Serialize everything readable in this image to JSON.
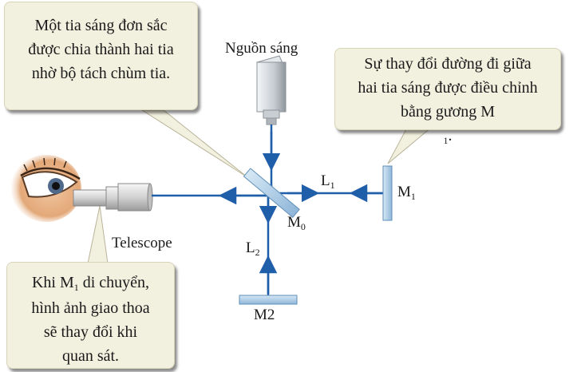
{
  "callouts": {
    "beam_split": [
      "Một tia sáng đơn sắc",
      "được chia thành hai tia",
      "nhờ bộ tách chùm tia."
    ],
    "path_adjust": [
      "Sự thay đổi đường đi giữa",
      "hai tia sáng được điều chỉnh",
      "bằng gương M",
      "1",
      "."
    ],
    "interference": [
      "Khi M",
      "1",
      " di chuyển,",
      "hình ảnh giao thoa",
      "sẽ thay đổi khi",
      "quan sát."
    ]
  },
  "labels": {
    "source": "Nguồn sáng",
    "telescope": "Telescope",
    "m1": "M",
    "m1_sub": "1",
    "m0": "M",
    "m0_sub": "0",
    "m2": "M2",
    "l1": "L",
    "l1_sub": "1",
    "l2": "L",
    "l2_sub": "2"
  },
  "colors": {
    "beam": "#1f5ea8",
    "mirror": "#a9cbe6",
    "callout_fill": "#f2f0df"
  }
}
